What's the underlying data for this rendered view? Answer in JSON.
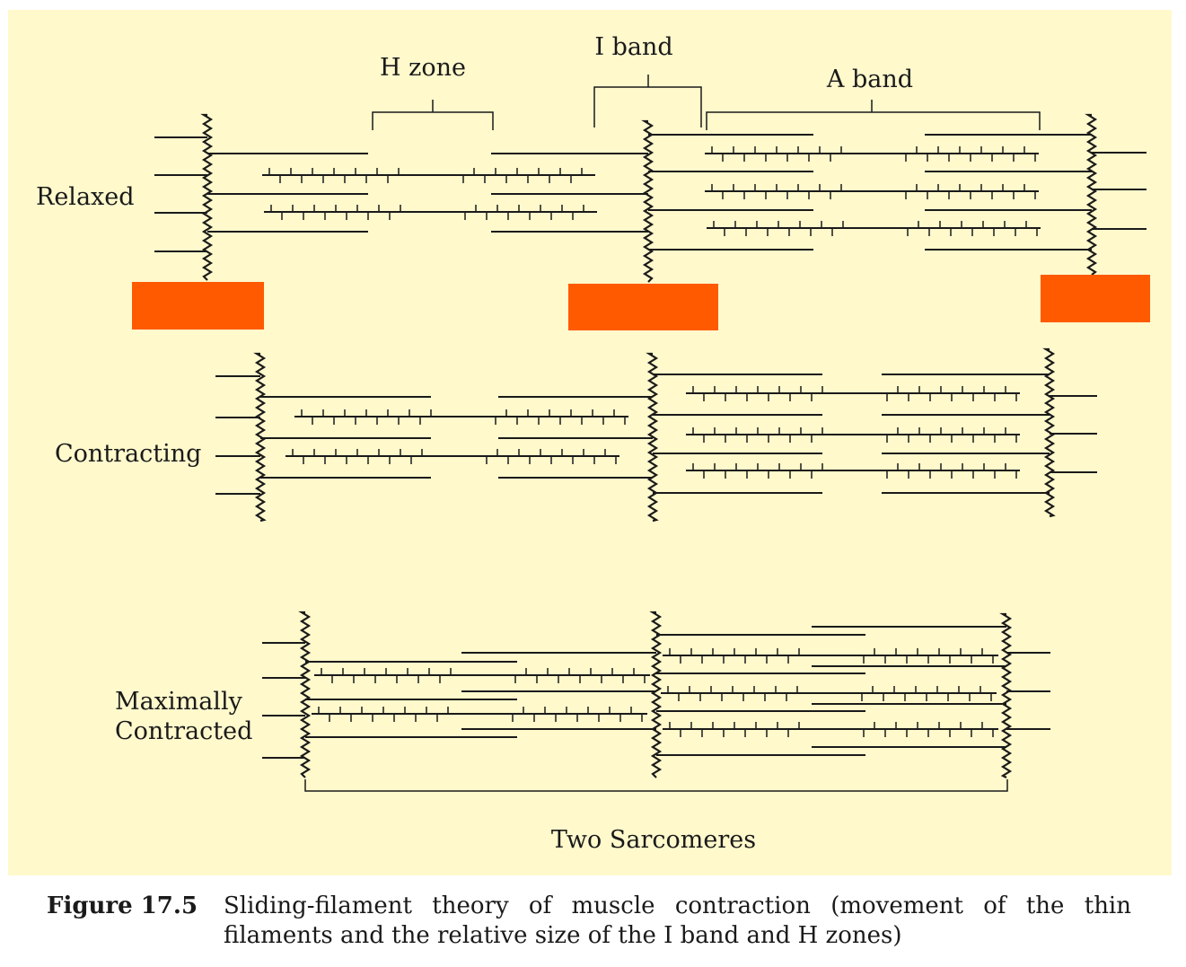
{
  "diagram": {
    "band_labels": {
      "h_zone": "H zone",
      "i_band": "I band",
      "a_band": "A band"
    },
    "state_labels": {
      "relaxed": "Relaxed",
      "contracting": "Contracting",
      "max_line1": "Maximally",
      "max_line2": "Contracted"
    },
    "sarcomere_label": "Two Sarcomeres",
    "colors": {
      "background": "#fff9cc",
      "block": "#ff5a00",
      "line": "#1a1a1a"
    }
  },
  "caption": {
    "number": "Figure 17.5",
    "text": "Sliding-filament theory of muscle contraction (movement of the thin filaments and the relative size of the I band and H zones)"
  }
}
